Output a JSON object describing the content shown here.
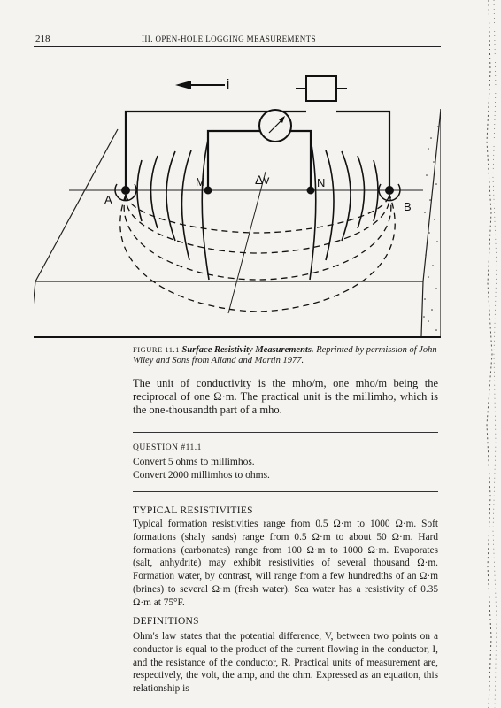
{
  "page": {
    "number": "218",
    "running_head": "III. OPEN-HOLE LOGGING MEASUREMENTS"
  },
  "figure": {
    "current_label": "i",
    "electrodes": {
      "a": "A",
      "m": "M",
      "n": "N",
      "b": "B"
    },
    "potential_label": "Δv",
    "caption_label": "FIGURE 11.1",
    "caption_title": "Surface Resistivity Measurements.",
    "caption_text": "Reprinted by permission of John Wiley and Sons from Alland and Martin 1977."
  },
  "paragraph_1": "The unit of conductivity is the mho/m, one mho/m being the reciprocal of one Ω·m. The practical unit is the millimho, which is the one-thousandth part of a mho.",
  "question": {
    "title": "QUESTION #11.1",
    "line_1": "Convert 5 ohms to millimhos.",
    "line_2": "Convert 2000 millimhos to ohms."
  },
  "typical": {
    "heading": "TYPICAL RESISTIVITIES",
    "body": "Typical formation resistivities range from 0.5 Ω·m to 1000 Ω·m. Soft formations (shaly sands) range from 0.5 Ω·m to about 50 Ω·m. Hard formations (carbonates) range from 100 Ω·m to 1000 Ω·m. Evaporates (salt, anhydrite) may exhibit resistivities of several thousand Ω·m. Formation water, by contrast, will range from a few hundredths of an Ω·m (brines) to several Ω·m (fresh water). Sea water has a resistivity of 0.35 Ω·m at 75°F."
  },
  "definitions": {
    "heading": "DEFINITIONS",
    "body": "Ohm's law states that the potential difference, V, between two points on a conductor is equal to the product of the current flowing in the conductor, I, and the resistance of the conductor, R. Practical units of measurement are, respectively, the volt, the amp, and the ohm. Expressed as an equation, this relationship is"
  }
}
